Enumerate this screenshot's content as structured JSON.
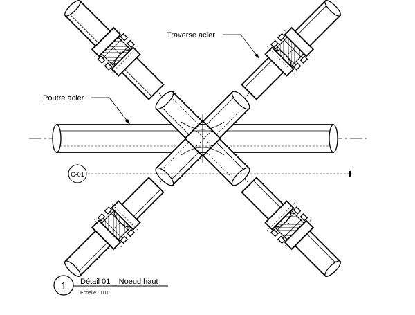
{
  "labels": {
    "traverse": "Traverse acier",
    "poutre": "Poutre acier",
    "section_ref": "C-01"
  },
  "title_block": {
    "detail_number": "1",
    "title": "Détail 01 _ Noeud haut",
    "scale": "Echelle : 1/10"
  }
}
